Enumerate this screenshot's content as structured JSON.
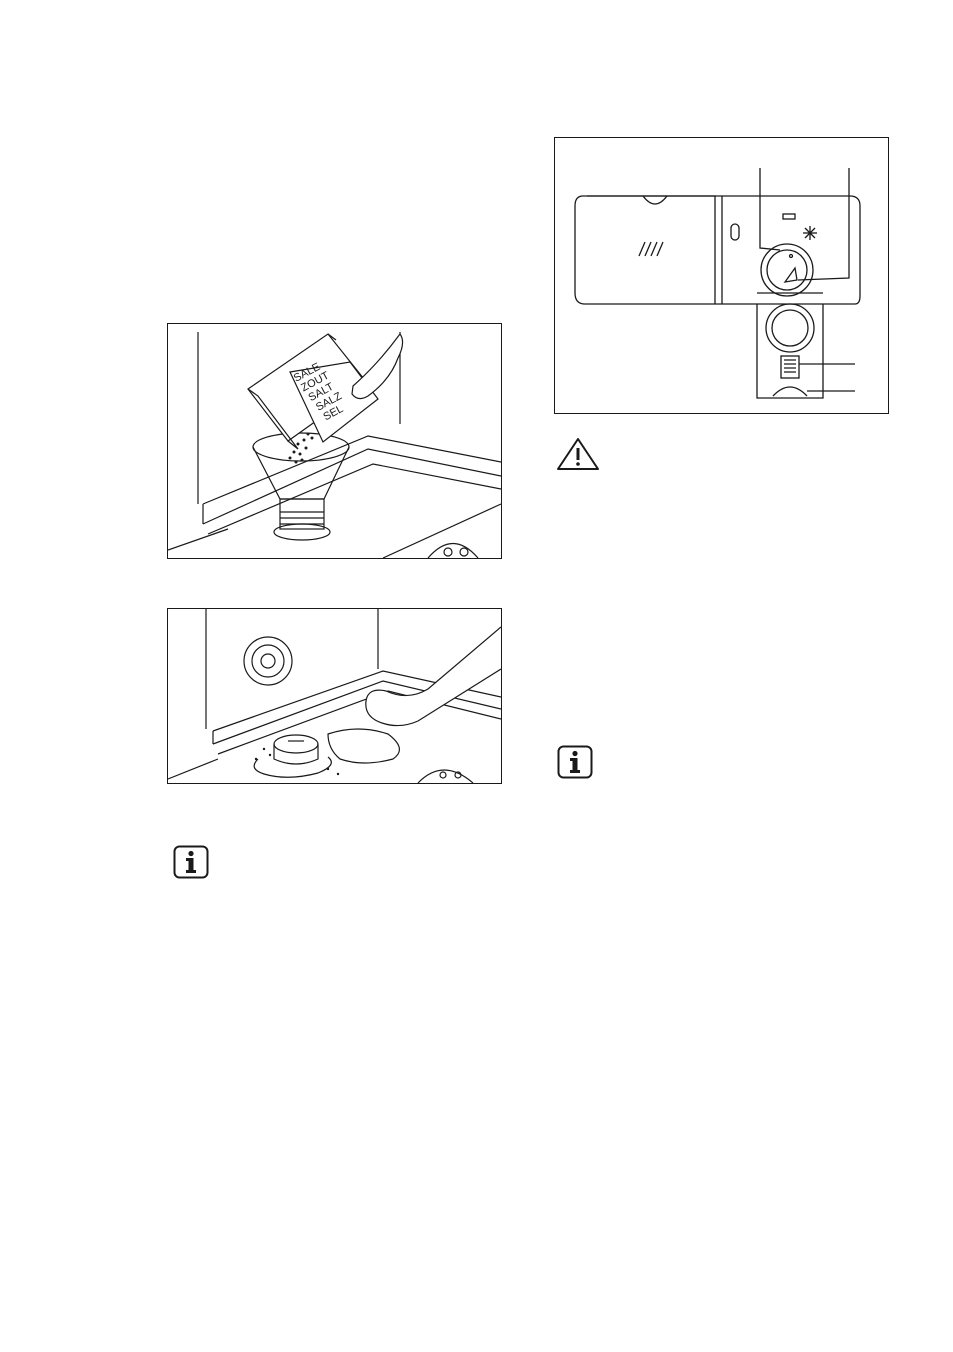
{
  "figure_salt_pour": {
    "package_lines": [
      "SALE",
      "ZOUT",
      "SALT",
      "SALZ",
      "SEL"
    ]
  },
  "icons": {
    "info_left": "info-icon",
    "warning": "warning-triangle-icon",
    "info_right": "info-icon"
  },
  "colors": {
    "line": "#1a1a1a",
    "background": "#ffffff"
  }
}
